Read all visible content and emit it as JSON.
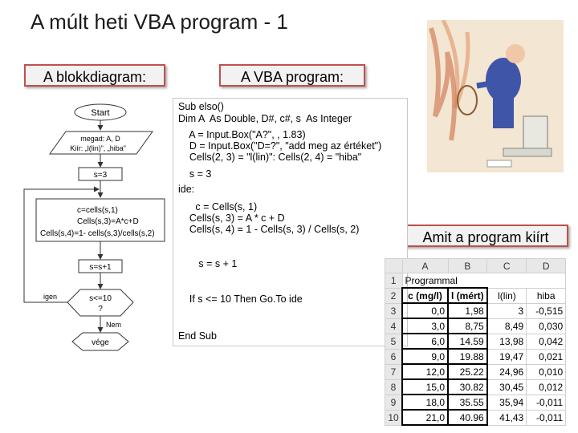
{
  "slide": {
    "title": "A múlt heti VBA program - 1"
  },
  "labels": {
    "flowchart": "A blokkdiagram:",
    "vba": "A VBA program:",
    "result": "Amit a program kiírt"
  },
  "flowchart": {
    "start": "Start",
    "input_line1": "megad: A, D",
    "input_line2": "Kiír: „l(lin)”, „hiba”",
    "assign_s": "s=3",
    "calc_line1": "c=cells(s,1)",
    "calc_line2": "Cells(s,3)=A*c+D",
    "calc_line3": "Cells(s,4)=1- cells(s,3)/cells(s,2)",
    "increment": "s=s+1",
    "decision_line1": "s<=10",
    "decision_line2": "?",
    "yes_label": "igen",
    "no_label": "Nem",
    "end": "vége"
  },
  "code": {
    "lines": [
      "Sub elso()",
      "Dim A  As Double, D#, c#, s  As Integer",
      "    A = Input.Box(\"A?\", , 1.83)",
      "    D = Input.Box(\"D=?\", \"add meg az értéket\")",
      "    Cells(2, 3) = \"l(lin)\": Cells(2, 4) = \"hiba\"",
      "    s = 3",
      "ide:",
      "     c = Cells(s, 1)",
      "    Cells(s, 3) = A * c + D",
      "    Cells(s, 4) = 1 - Cells(s, 3) / Cells(s, 2)",
      "     s = s + 1",
      "    If s <= 10 Then Go.To ide",
      "End Sub"
    ]
  },
  "sheet": {
    "columns": [
      "A",
      "B",
      "C",
      "D"
    ],
    "title_cell": "Programmal",
    "headers": [
      "c (mg/l)",
      "l (mért)",
      "l(lin)",
      "hiba"
    ],
    "rows": [
      {
        "n": "3",
        "cells": [
          "0,0",
          "1,98",
          "3",
          "-0,515"
        ]
      },
      {
        "n": "4",
        "cells": [
          "3,0",
          "8,75",
          "8,49",
          "0,030"
        ]
      },
      {
        "n": "5",
        "cells": [
          "6,0",
          "14.59",
          "13,98",
          "0,042"
        ]
      },
      {
        "n": "6",
        "cells": [
          "9,0",
          "19.88",
          "19,47",
          "0,021"
        ]
      },
      {
        "n": "7",
        "cells": [
          "12,0",
          "25.22",
          "24,96",
          "0,010"
        ]
      },
      {
        "n": "8",
        "cells": [
          "15,0",
          "30.82",
          "30,45",
          "0,012"
        ]
      },
      {
        "n": "9",
        "cells": [
          "18,0",
          "35.55",
          "35,94",
          "-0,011"
        ]
      },
      {
        "n": "10",
        "cells": [
          "21,0",
          "40.96",
          "41,43",
          "-0,011"
        ]
      }
    ]
  },
  "colors": {
    "label_border": "#c0504d",
    "label_bg": "#f2f2f2"
  }
}
